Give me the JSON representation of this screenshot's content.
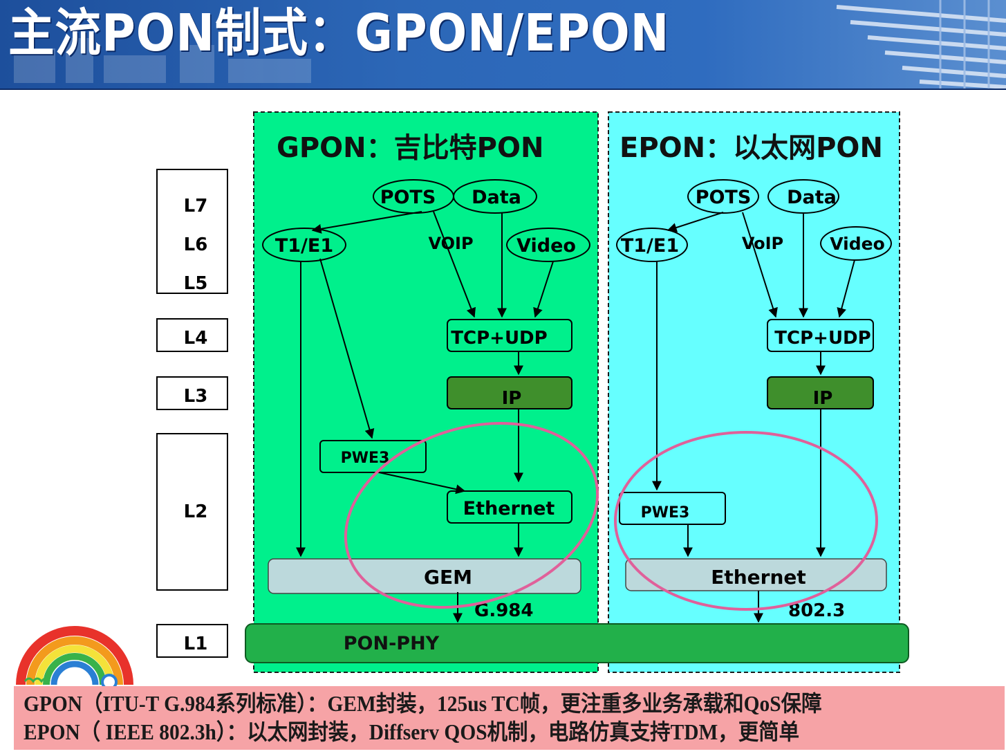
{
  "page": {
    "title": "主流PON制式：GPON/EPON"
  },
  "layers": [
    "L7",
    "L6",
    "L5",
    "L4",
    "L3",
    "L2",
    "L1"
  ],
  "gpon": {
    "title": "GPON：吉比特PON",
    "pots": "POTS",
    "data": "Data",
    "t1e1": "T1/E1",
    "voip": "VOIP",
    "video": "Video",
    "tcpudp": "TCP+UDP",
    "ip": "IP",
    "pwe3": "PWE3",
    "ethernet": "Ethernet",
    "gem": "GEM",
    "standard": "G.984"
  },
  "epon": {
    "title": "EPON：以太网PON",
    "pots": "POTS",
    "data": "Data",
    "t1e1": "T1/E1",
    "voip": "VoIP",
    "video": "Video",
    "tcpudp": "TCP+UDP",
    "ip": "IP",
    "pwe3": "PWE3",
    "ethernet": "Ethernet",
    "standard": "802.3"
  },
  "phy": "PON-PHY",
  "footer": {
    "line1": "GPON（ITU-T G.984系列标准）：GEM封装，125us TC帧，更注重多业务承载和QoS保障",
    "line2": "EPON（ IEEE 802.3h）：以太网封装，Diffserv QOS机制，电路仿真支持TDM，更简单"
  },
  "colors": {
    "gpon_bg": "#00f08c",
    "epon_bg": "#66ffff",
    "ip_box": "#3f8f2c",
    "phy_bar": "#22b04a",
    "encap_box": "#bcd9dc",
    "highlight_ellipse": "#e0609a",
    "footer_bg": "#f6a3a6",
    "header_bg": "#2a62b3"
  }
}
